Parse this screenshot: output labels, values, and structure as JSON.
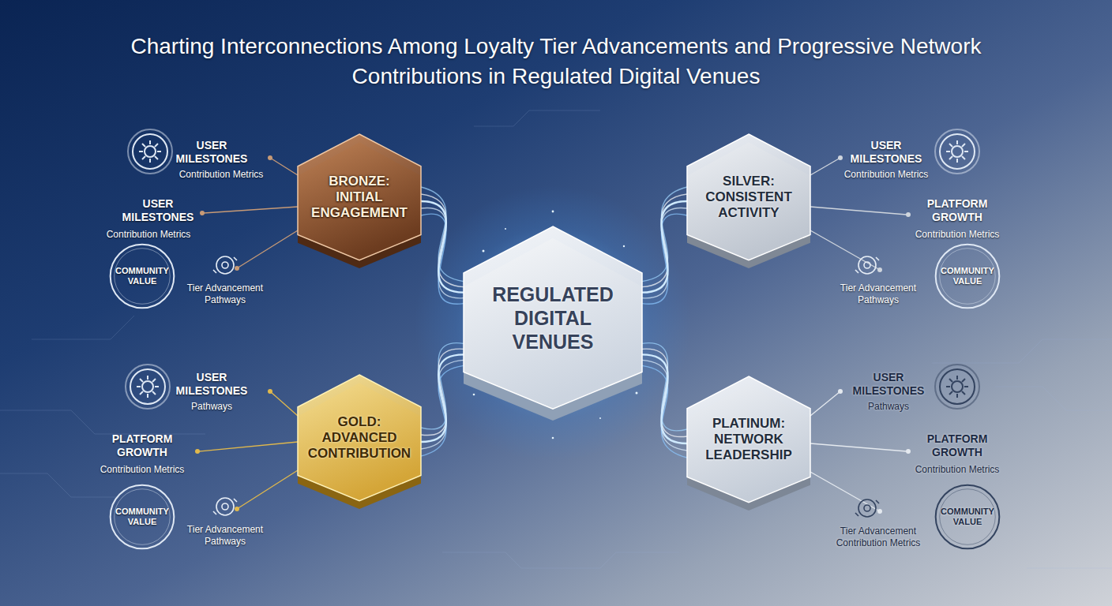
{
  "diagram": {
    "title": "Charting Interconnections Among Loyalty Tier Advancements and Progressive Network Contributions in Regulated Digital Venues",
    "nodes": [
      {
        "text": [
          "BRONZE: INITIAL ENGAGEMENT"
        ]
      },
      {
        "text": [
          "SILVER: CONSISTENT ACTIVITY"
        ]
      },
      {
        "text": [
          "REGULATED DIGITAL VENUES"
        ]
      },
      {
        "text": [
          "GOLD: ADVANCED CONTRIBUTION"
        ]
      },
      {
        "text": [
          "PLATINUM: NETWORK LEADERSHIP"
        ]
      },
      {
        "text": [
          "COMMUNITY VALUE"
        ]
      },
      {
        "text": [
          "COMMUNITY VALUE"
        ]
      },
      {
        "text": [
          "COMMUNITY VALUE"
        ]
      },
      {
        "text": [
          "COMMUNITY VALUE"
        ]
      }
    ],
    "edges": [
      {
        "from": 2,
        "to": 0,
        "arrow": "none"
      },
      {
        "from": 2,
        "to": 1,
        "arrow": "none"
      },
      {
        "from": 2,
        "to": 3,
        "arrow": "none"
      },
      {
        "from": 2,
        "to": 4,
        "arrow": "none"
      }
    ],
    "labels": [
      "USER MILESTONES",
      "Contribution Metrics",
      "USER MILESTONES",
      "Contribution Metrics",
      "Tier Advancement Pathways",
      "USER MILESTONES",
      "Contribution Metrics",
      "PLATFORM GROWTH",
      "Contribution Metrics",
      "Tier Advancement Pathways",
      "USER MILESTONES",
      "Pathways",
      "PLATFORM GROWTH",
      "Contribution Metrics",
      "Tier Advancement Pathways",
      "USER MILESTONES",
      "Pathways",
      "PLATFORM GROWTH",
      "Contribution Metrics",
      "Tier Advancement Contribution Metrics"
    ]
  }
}
